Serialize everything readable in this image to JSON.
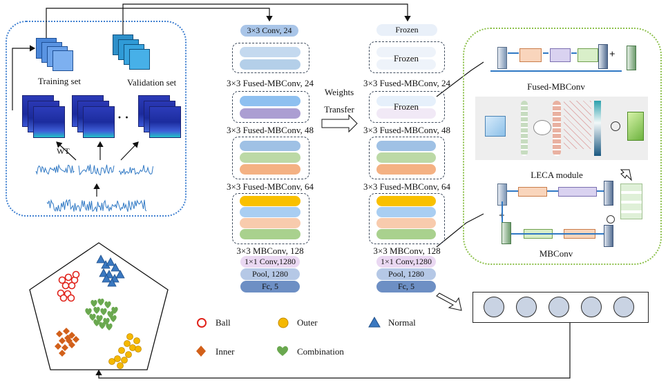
{
  "data_prep": {
    "training_label": "Training set",
    "validation_label": "Validation set",
    "wt_label": "WT",
    "dots": "·  ·"
  },
  "source_network": {
    "conv_stem": "3×3 Conv, 24",
    "stage1_label": "3×3 Fused-MBConv, 24",
    "stage2_label": "3×3 Fused-MBConv, 48",
    "stage3_label": "3×3 Fused-MBConv,  64",
    "stage4_label": "3×3 MBConv,  128",
    "conv_head": "1×1 Conv,1280",
    "pool": "Pool, 1280",
    "fc": "Fc, 5"
  },
  "transfer": {
    "line1": "Weights",
    "line2": "Transfer"
  },
  "target_network": {
    "frozen_stem": "Frozen",
    "frozen_stage1": "Frozen",
    "stage1_label": "3×3 Fused-MBConv, 24",
    "frozen_stage2": "Frozen",
    "stage2_label": "3×3 Fused-MBConv, 48",
    "stage3_label": "3×3 Fused-MBConv,  64",
    "stage4_label": "3×3 MBConv,  128",
    "conv_head": "1×1 Conv,1280",
    "pool": "Pool, 1280",
    "fc": "Fc, 5"
  },
  "modules": {
    "fused_title": "Fused-MBConv",
    "leca_title": "LECA module",
    "mbconv_title": "MBConv"
  },
  "legend": {
    "ball": "Ball",
    "outer": "Outer",
    "normal": "Normal",
    "inner": "Inner",
    "combination": "Combination"
  },
  "colors": {
    "ball": "#e0231b",
    "outer": "#f5b800",
    "normal": "#3a78c0",
    "inner": "#d2601a",
    "combination": "#6aa84f",
    "frozen": "#e7eef8"
  }
}
